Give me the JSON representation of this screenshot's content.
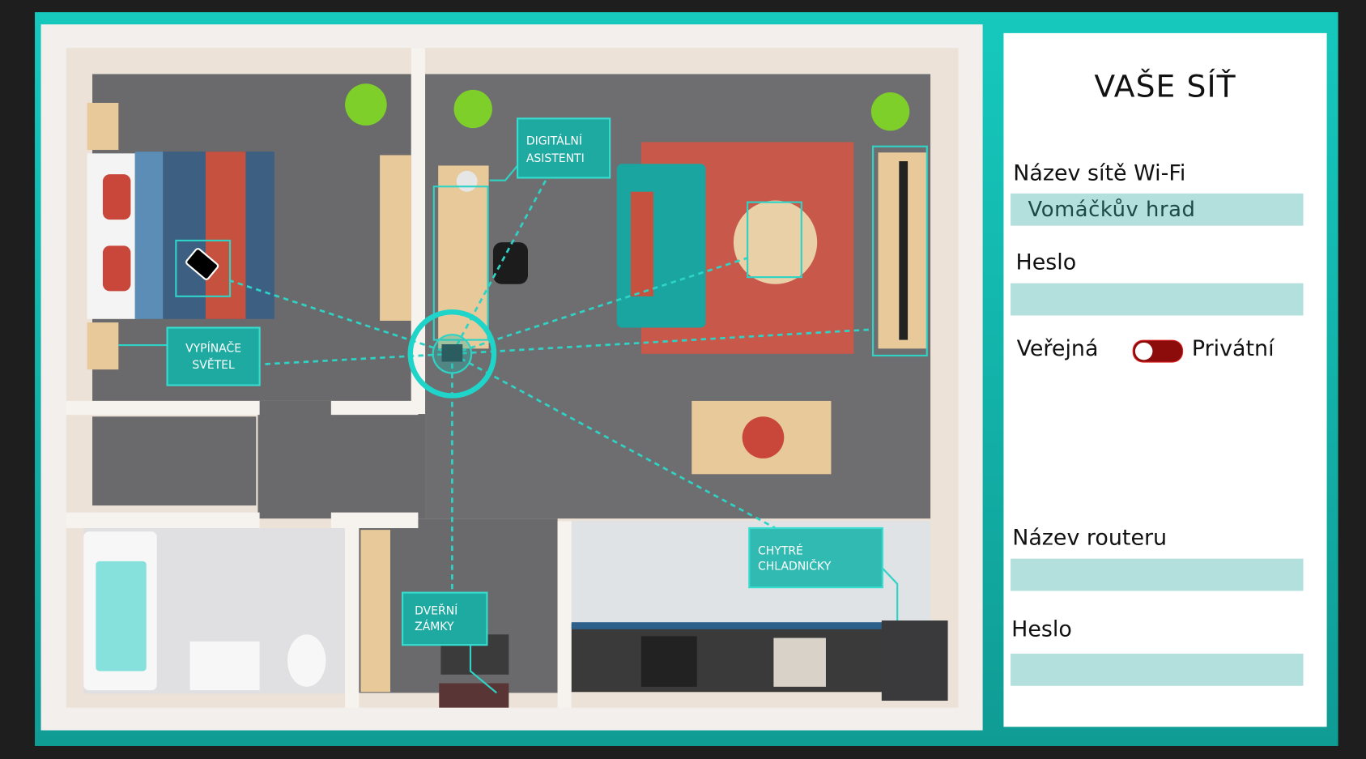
{
  "floorplan": {
    "labels": {
      "digital_assistants": [
        "DIGITÁLNÍ",
        "ASISTENTI"
      ],
      "light_switches": [
        "VYPÍNAČE",
        "SVĚTEL"
      ],
      "smart_fridges": [
        "CHYTRÉ",
        "CHLADNIČKY"
      ],
      "door_locks": [
        "DVEŘNÍ",
        "ZÁMKY"
      ]
    }
  },
  "panel": {
    "title": "VAŠE SÍŤ",
    "wifi_name_label": "Název sítě Wi-Fi",
    "wifi_name_value": "Vomáčkův hrad",
    "wifi_password_label": "Heslo",
    "wifi_password_value": "",
    "toggle_left_label": "Veřejná",
    "toggle_right_label": "Privátní",
    "toggle_state": "Veřejná",
    "router_name_label": "Název routeru",
    "router_name_value": "",
    "router_password_label": "Heslo",
    "router_password_value": ""
  },
  "colors": {
    "accent": "#17c3b8",
    "toggle": "#8c0c0c",
    "input": "#b3e0dc"
  }
}
